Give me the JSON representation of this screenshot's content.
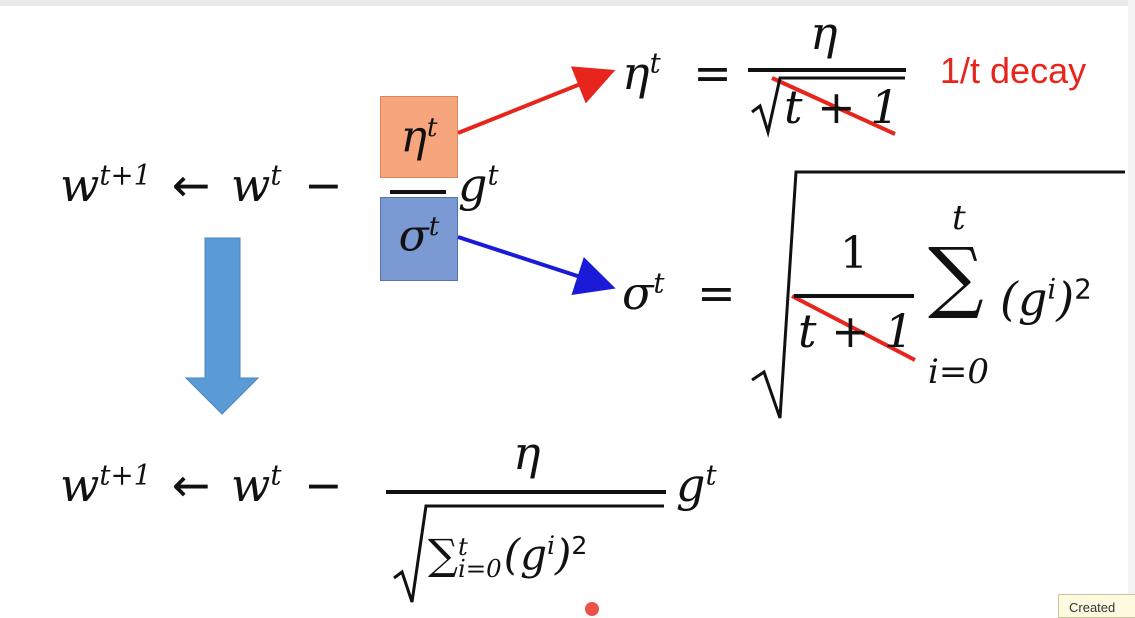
{
  "eq1": {
    "w_next": "w",
    "w_next_sup": "t+1",
    "arrow": "←",
    "w_cur": "w",
    "w_cur_sup": "t",
    "minus": "−",
    "g": "g",
    "g_sup": "t"
  },
  "eta_box": {
    "sym": "η",
    "sup": "t",
    "color": "#f7a57c"
  },
  "sigma_box": {
    "sym": "σ",
    "sup": "t",
    "color": "#7b99d3"
  },
  "eta_def": {
    "lhs": "η",
    "lhs_sup": "t",
    "eq": "=",
    "num": "η",
    "den": "t + 1",
    "note": "1/t decay"
  },
  "sigma_def": {
    "lhs": "σ",
    "lhs_sup": "t",
    "eq": "=",
    "frac_num": "1",
    "frac_den": "t + 1",
    "sum_top": "t",
    "sum_bottom": "i=0",
    "term": "(g",
    "term_sup": "i",
    "term_close": ")",
    "term_pow": "2"
  },
  "eq2": {
    "w_next": "w",
    "w_next_sup": "t+1",
    "arrow": "←",
    "w_cur": "w",
    "w_cur_sup": "t",
    "minus": "−",
    "num": "η",
    "den_sum": "∑",
    "den_sum_sup": "t",
    "den_sum_sub": "i=0",
    "den_term": "(g",
    "den_term_sup": "i",
    "den_term_close": ")",
    "den_pow": "2",
    "g": "g",
    "g_sup": "t"
  },
  "corner_tag": "Created",
  "colors": {
    "red_arrow": "#e8251c",
    "blue_arrow": "#1a1ad8",
    "down_arrow": "#5b9bd5",
    "strike": "#e8251c"
  }
}
